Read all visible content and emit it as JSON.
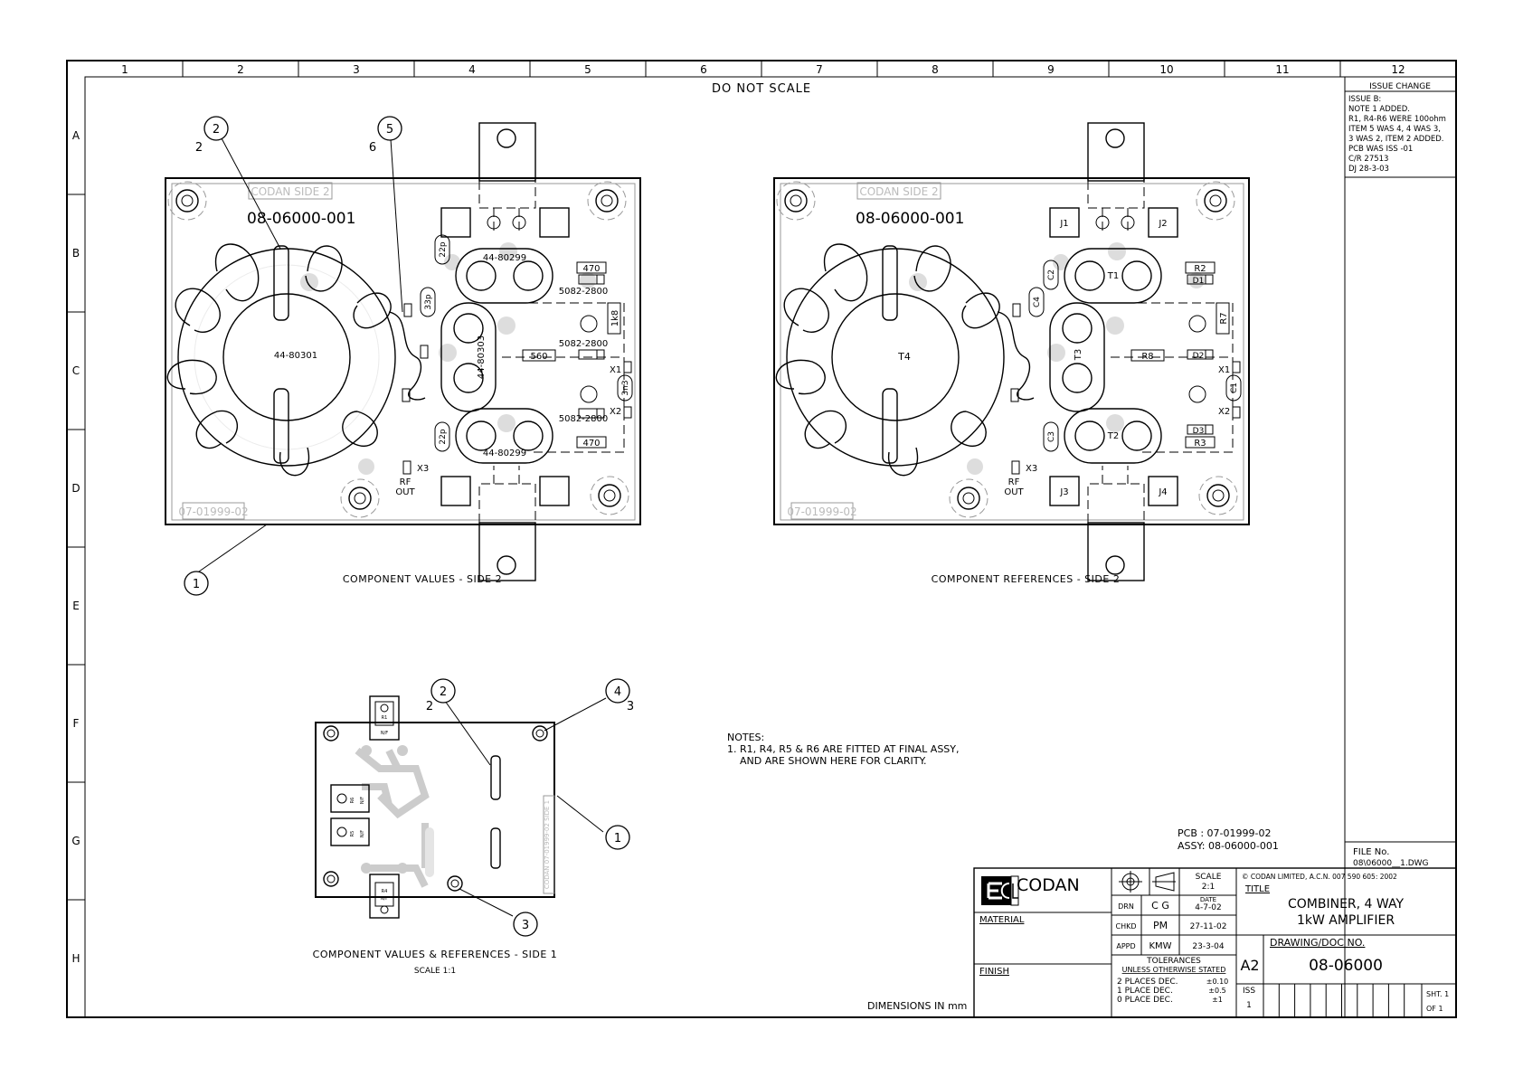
{
  "frame": {
    "columns": [
      "1",
      "2",
      "3",
      "4",
      "5",
      "6",
      "7",
      "8",
      "9",
      "10",
      "11",
      "12"
    ],
    "rows": [
      "A",
      "B",
      "C",
      "D",
      "E",
      "F",
      "G",
      "H"
    ],
    "do_not_scale": "DO NOT SCALE"
  },
  "issue_block": {
    "header": "ISSUE CHANGE",
    "lines": [
      "ISSUE B:",
      "NOTE 1 ADDED.",
      "R1, R4-R6 WERE 100ohm",
      "ITEM 5 WAS 4, 4 WAS 3,",
      "3 WAS 2, ITEM 2 ADDED.",
      "PCB WAS ISS -01",
      "C/R 27513",
      "DJ 28-3-03"
    ]
  },
  "view1": {
    "caption": "COMPONENT VALUES - SIDE 2",
    "silk_side": "CODAN SIDE 2",
    "assy_no": "08-06000-001",
    "pcb_no": "07-01999-02",
    "toroid": "44-80301",
    "t_top": "44-80299",
    "t_bottom": "44-80299",
    "t_mid": "44-80303",
    "diode_top": "5082-2800",
    "diode_mid": "5082-2800",
    "diode_bot": "5082-2800",
    "res_top": "470",
    "res_bot": "470",
    "res_mid": "560",
    "res_right": "1k8",
    "cap_top": "22p",
    "cap_bot": "22p",
    "cap_33": "33p",
    "cap_3n3": "3n3",
    "x1": "X1",
    "x2": "X2",
    "x3": "X3",
    "rf_out_1": "RF",
    "rf_out_2": "OUT",
    "qty_2": "2",
    "qty_6": "6"
  },
  "view2": {
    "caption": "COMPONENT REFERENCES - SIDE 2",
    "silk_side": "CODAN SIDE 2",
    "assy_no": "08-06000-001",
    "pcb_no": "07-01999-02",
    "toroid": "T4",
    "t_top": "T1",
    "t_bottom": "T2",
    "t_mid": "T3",
    "j1": "J1",
    "j2": "J2",
    "j3": "J3",
    "j4": "J4",
    "r2": "R2",
    "d1": "D1",
    "r7": "R7",
    "r8": "R8",
    "d2": "D2",
    "d3": "D3",
    "r3": "R3",
    "c1": "C1",
    "c2": "C2",
    "c3": "C3",
    "c4": "C4",
    "x1": "X1",
    "x2": "X2",
    "x3": "X3",
    "rf_out_1": "RF",
    "rf_out_2": "OUT"
  },
  "view3": {
    "caption": "COMPONENT VALUES & REFERENCES - SIDE 1",
    "scale": "SCALE 1:1",
    "r1": "R1",
    "r4": "R4",
    "r5": "R5",
    "r6": "R6",
    "nf": "N/F",
    "silk": "CODAN 07-01999-02 SIDE 1",
    "qty_2": "2",
    "qty_3": "3"
  },
  "balloons": [
    "1",
    "2",
    "3",
    "4",
    "5"
  ],
  "notes": {
    "title": "NOTES:",
    "line1": "1. R1, R4, R5 & R6 ARE FITTED AT FINAL ASSY,",
    "line2": "AND ARE SHOWN HERE FOR CLARITY."
  },
  "pcb_ref": {
    "pcb": "PCB : 07-01999-02",
    "assy": "ASSY: 08-06000-001"
  },
  "dimensions": "DIMENSIONS IN mm",
  "title_block": {
    "company": "CODAN",
    "material": "MATERIAL",
    "finish": "FINISH",
    "scale_label": "SCALE",
    "scale_value": "2:1",
    "date_label": "DATE",
    "drn": "DRN",
    "drn_by": "C G",
    "drn_date": "4-7-02",
    "chkd": "CHKD",
    "chkd_by": "PM",
    "chkd_date": "27-11-02",
    "appd": "APPD",
    "appd_by": "KMW",
    "appd_date": "23-3-04",
    "tolerances": "TOLERANCES",
    "unless": "UNLESS OTHERWISE STATED",
    "tol_2": "2 PLACES DEC.",
    "tol_2v": "±0.10",
    "tol_1": "1 PLACE DEC.",
    "tol_1v": "±0.5",
    "tol_0": "0 PLACE DEC.",
    "tol_0v": "±1",
    "copyright": "© CODAN LIMITED, A.C.N. 007 590 605: 2002",
    "title_label": "TITLE",
    "title_line1": "COMBINER, 4 WAY",
    "title_line2": "1kW AMPLIFIER",
    "doc_label": "DRAWING/DOC NO.",
    "size": "A2",
    "doc_no": "08-06000",
    "iss_label": "ISS",
    "iss_value": "1",
    "sht": "SHT. 1",
    "of": "OF   1",
    "file_label": "FILE No.",
    "file_value": "08\\06000__1.DWG"
  }
}
